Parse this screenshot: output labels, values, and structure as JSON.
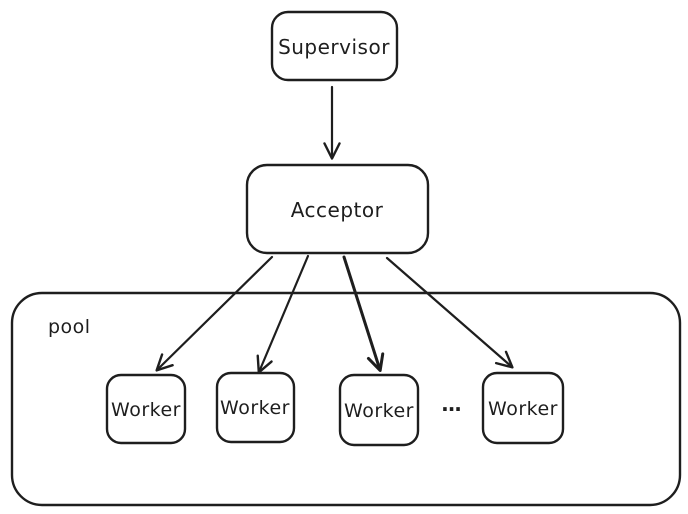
{
  "diagram": {
    "type": "flowchart",
    "background_color": "#ffffff",
    "stroke_color": "#1e1e1e",
    "nodes": {
      "supervisor": {
        "label": "Supervisor",
        "shape": "rounded-rect"
      },
      "acceptor": {
        "label": "Acceptor",
        "shape": "rounded-rect"
      },
      "pool": {
        "label": "pool",
        "shape": "rounded-rect-container"
      },
      "worker1": {
        "label": "Worker",
        "shape": "rounded-rect"
      },
      "worker2": {
        "label": "Worker",
        "shape": "rounded-rect"
      },
      "worker3": {
        "label": "Worker",
        "shape": "rounded-rect"
      },
      "worker4": {
        "label": "Worker",
        "shape": "rounded-rect"
      },
      "ellipsis": {
        "label": "...",
        "shape": "text"
      }
    },
    "edges": [
      {
        "from": "Supervisor",
        "to": "Acceptor",
        "style": "arrow"
      },
      {
        "from": "Acceptor",
        "to": "Worker 1",
        "style": "arrow"
      },
      {
        "from": "Acceptor",
        "to": "Worker 2",
        "style": "arrow"
      },
      {
        "from": "Acceptor",
        "to": "Worker 3",
        "style": "arrow-thick"
      },
      {
        "from": "Acceptor",
        "to": "Worker 4",
        "style": "arrow"
      }
    ]
  }
}
